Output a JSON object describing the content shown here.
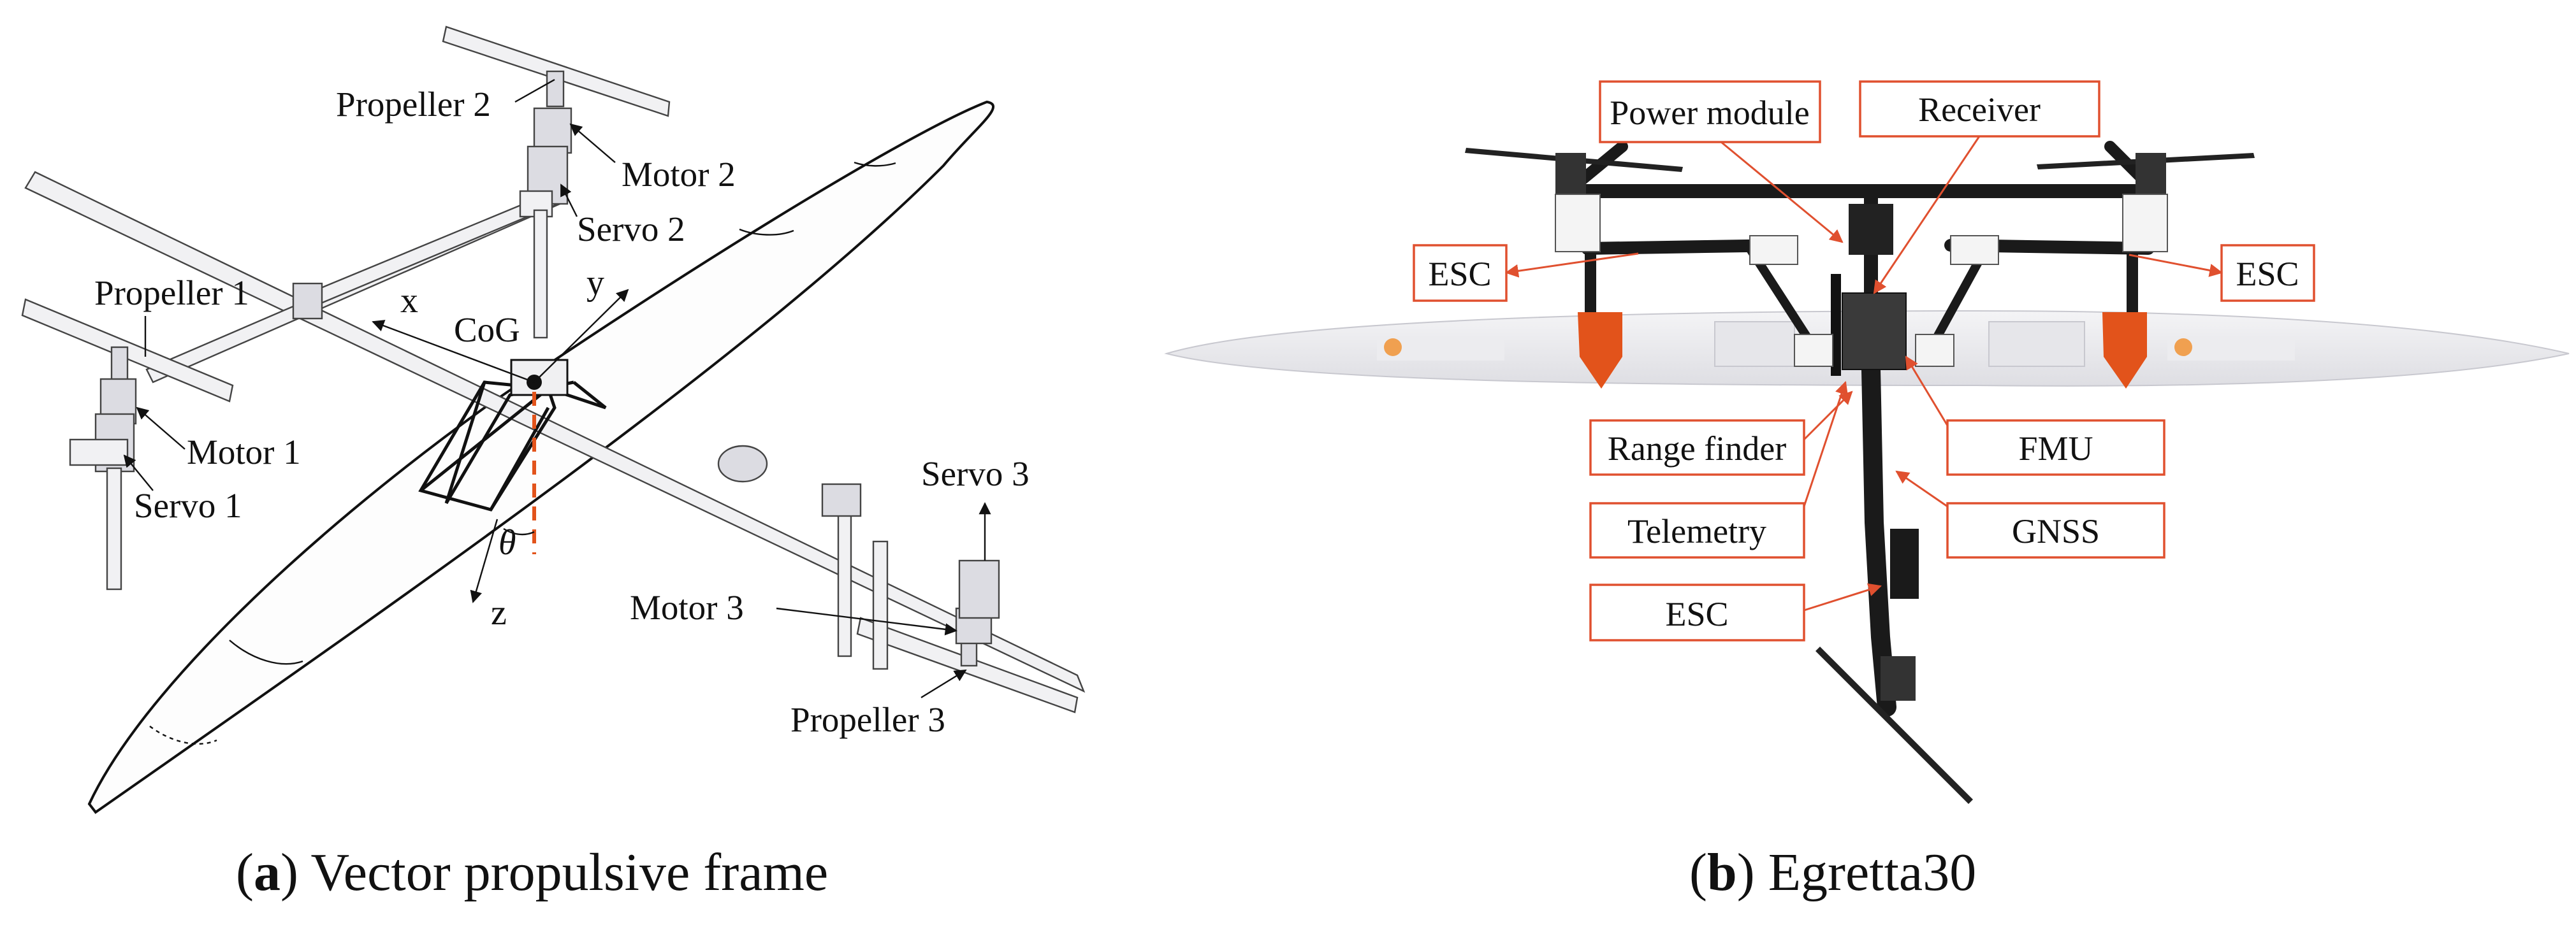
{
  "panel_a": {
    "caption_letter": "a",
    "caption_text": "Vector propulsive frame",
    "labels": {
      "propeller_1": "Propeller 1",
      "propeller_2": "Propeller 2",
      "propeller_3": "Propeller 3",
      "motor_1": "Motor 1",
      "motor_2": "Motor 2",
      "motor_3": "Motor 3",
      "servo_1": "Servo 1",
      "servo_2": "Servo 2",
      "servo_3": "Servo 3",
      "cog": "CoG",
      "axis_x": "x",
      "axis_y": "y",
      "axis_z": "z",
      "theta": "θ"
    }
  },
  "panel_b": {
    "caption_letter": "b",
    "caption_text": "Egretta30",
    "labels": {
      "power_module": "Power module",
      "receiver": "Receiver",
      "esc_left": "ESC",
      "esc_right": "ESC",
      "range_finder": "Range finder",
      "fmu": "FMU",
      "telemetry": "Telemetry",
      "gnss": "GNSS",
      "esc_tail": "ESC"
    }
  },
  "colors": {
    "callout": "#e0502f",
    "nacelle": "#e2531b",
    "frame_black": "#1a1a1a"
  }
}
